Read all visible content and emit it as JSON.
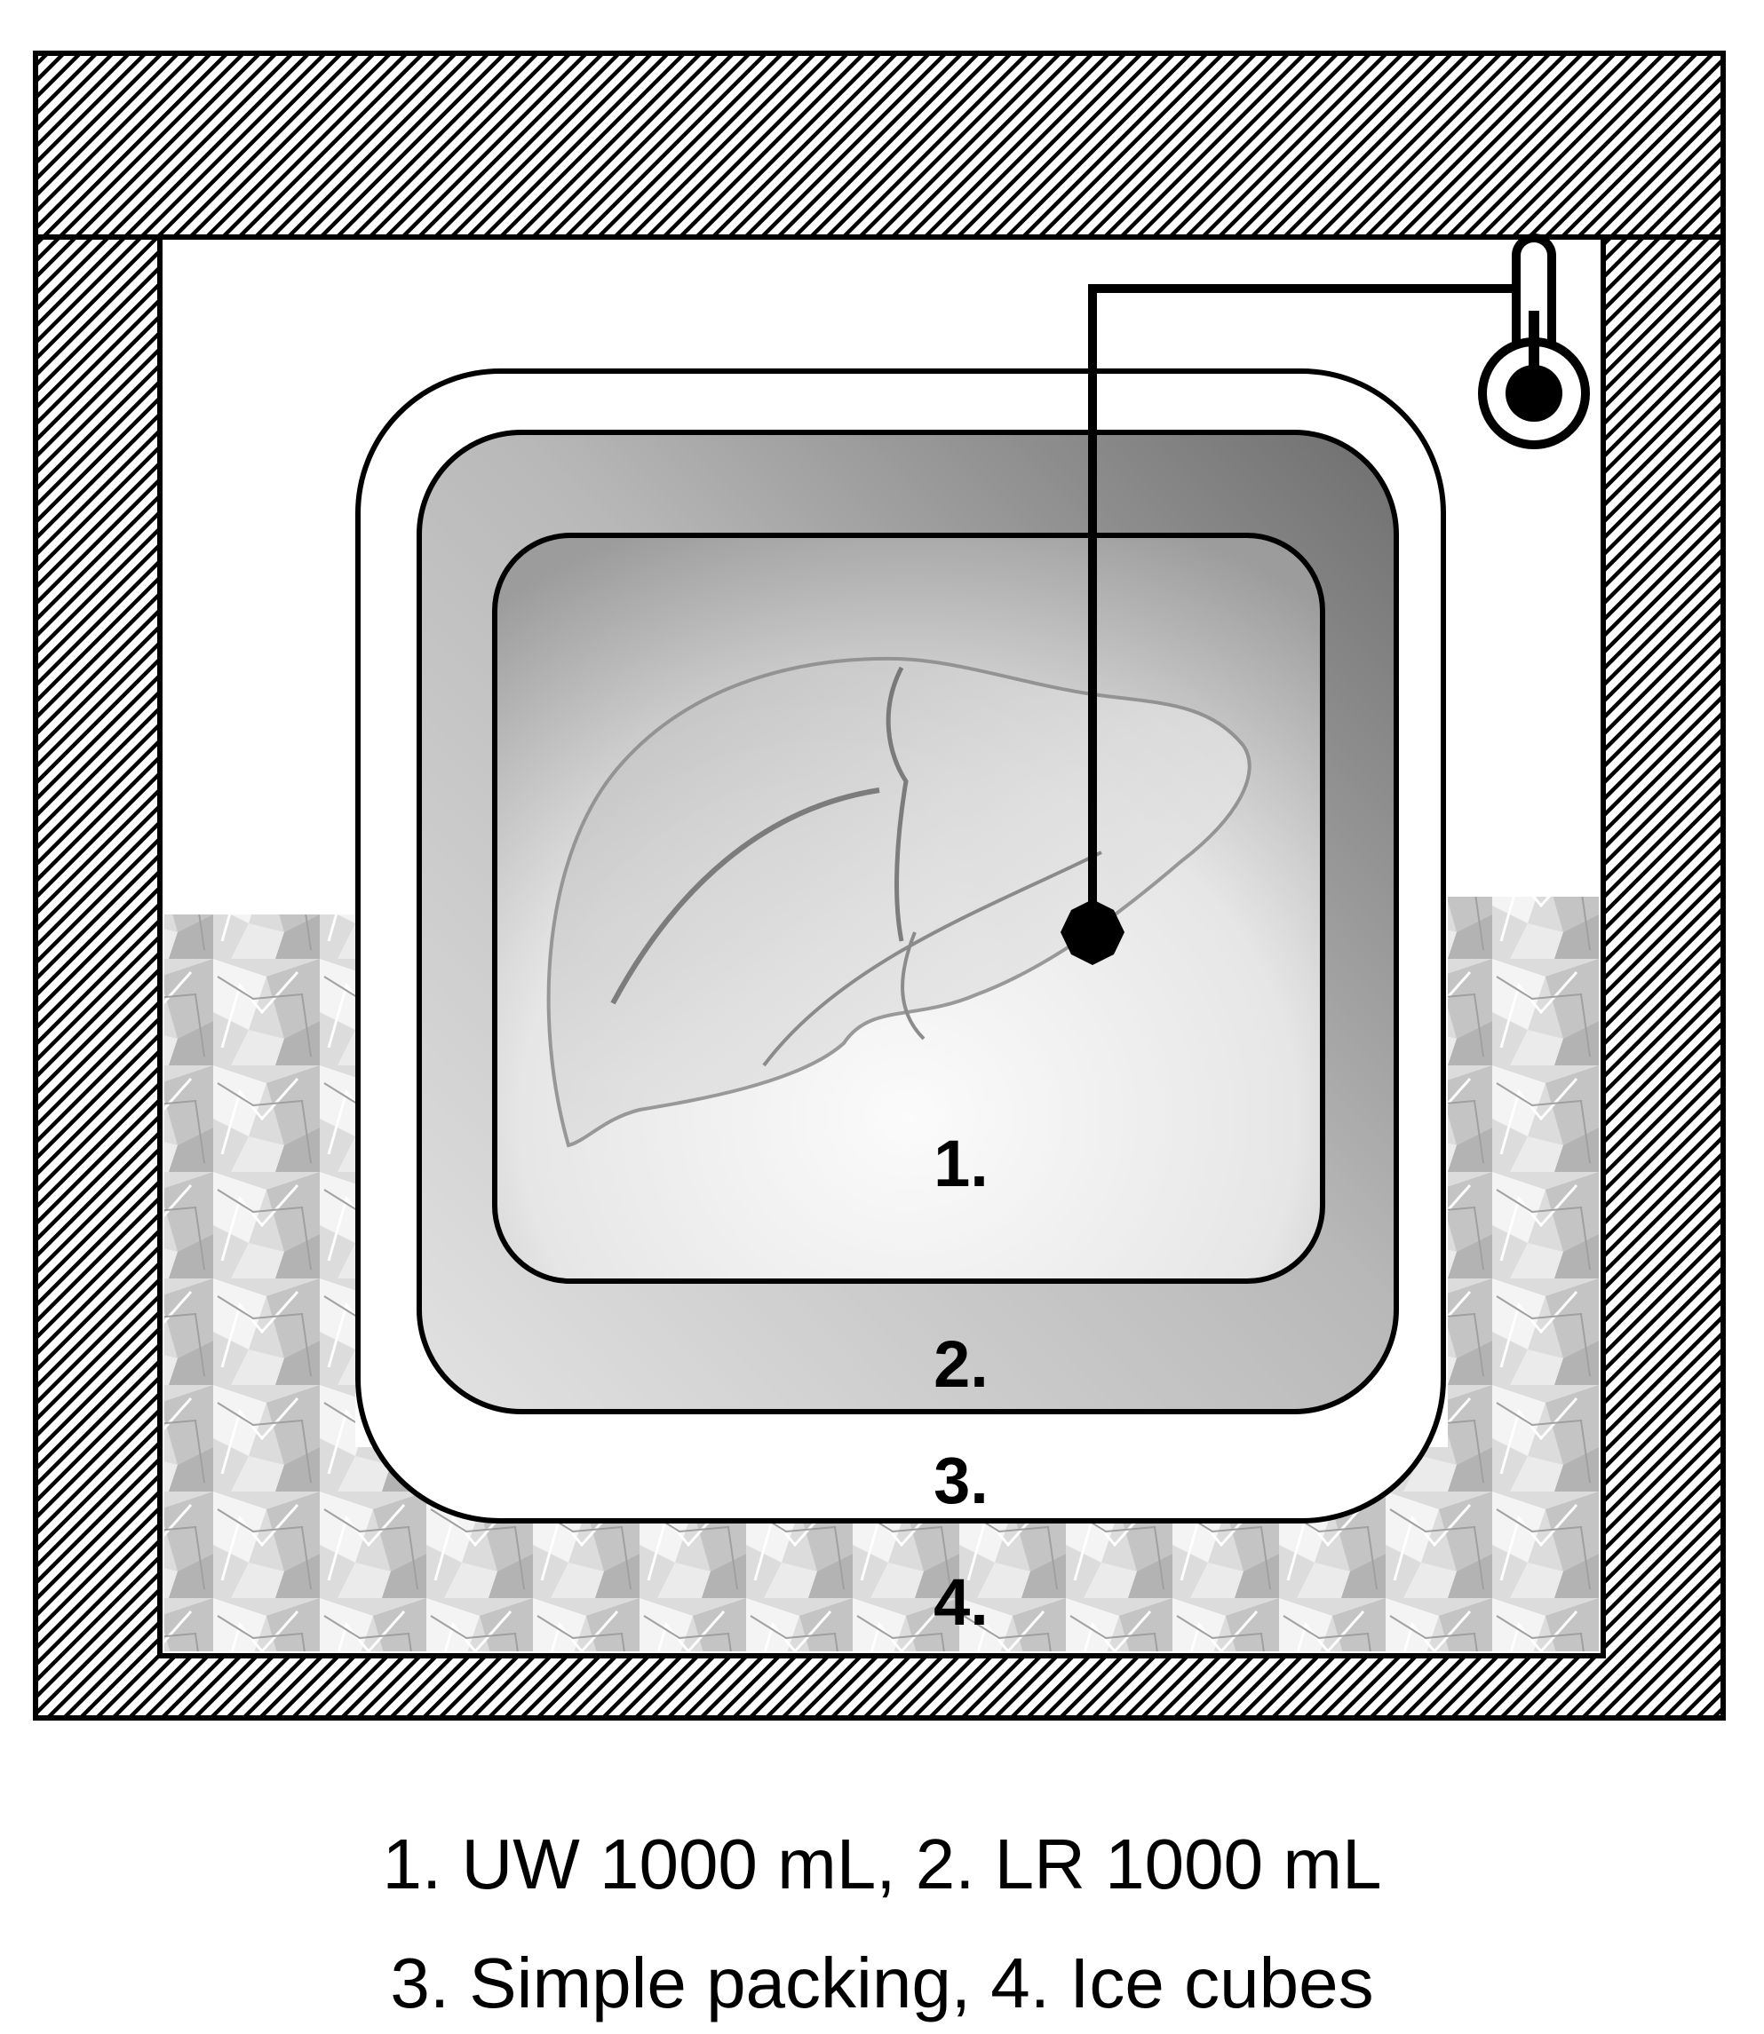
{
  "diagram": {
    "labels": {
      "uw": "1.",
      "lr": "2.",
      "packing": "3.",
      "ice": "4."
    },
    "icons": {
      "thermometer": "thermometer-icon",
      "probe": "temperature-probe-icon",
      "organ": "liver-icon",
      "ice": "ice-cubes"
    },
    "colors": {
      "outline": "#000000",
      "hatch": "#000000",
      "inner_bag_light": "#f7f7f7",
      "inner_bag_dark": "#a8a8a8",
      "outer_bag_light": "#dcdcdc",
      "outer_bag_dark": "#7a7a7a",
      "ice": "#d9d9d9"
    }
  },
  "legend": {
    "line1": "1. UW 1000 mL, 2. LR 1000 mL",
    "line2": "3. Simple packing, 4. Ice cubes"
  }
}
